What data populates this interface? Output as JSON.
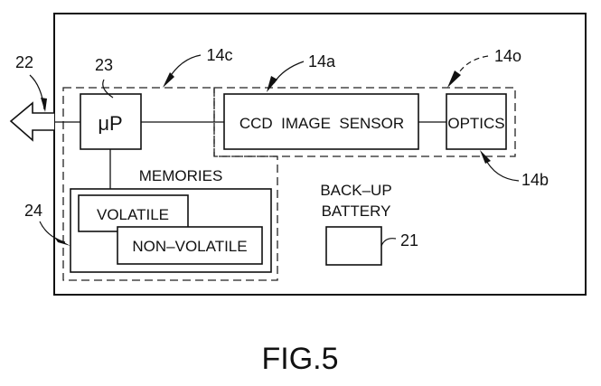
{
  "figure": {
    "caption": "FIG.5",
    "blocks": {
      "microprocessor": {
        "label": "μP",
        "ref": "23"
      },
      "ccd_sensor": {
        "label": "CCD  IMAGE  SENSOR"
      },
      "optics": {
        "label": "OPTICS"
      },
      "memories": {
        "title": "MEMORIES",
        "ref": "24"
      },
      "volatile": {
        "label": "VOLATILE"
      },
      "non_volatile": {
        "label": "NON–VOLATILE"
      },
      "battery": {
        "title_line1": "BACK–UP",
        "title_line2": "BATTERY",
        "ref": "21"
      }
    },
    "references": {
      "port": "22",
      "group_c": "14c",
      "group_a": "14a",
      "group_o": "14o",
      "group_b": "14b"
    }
  }
}
